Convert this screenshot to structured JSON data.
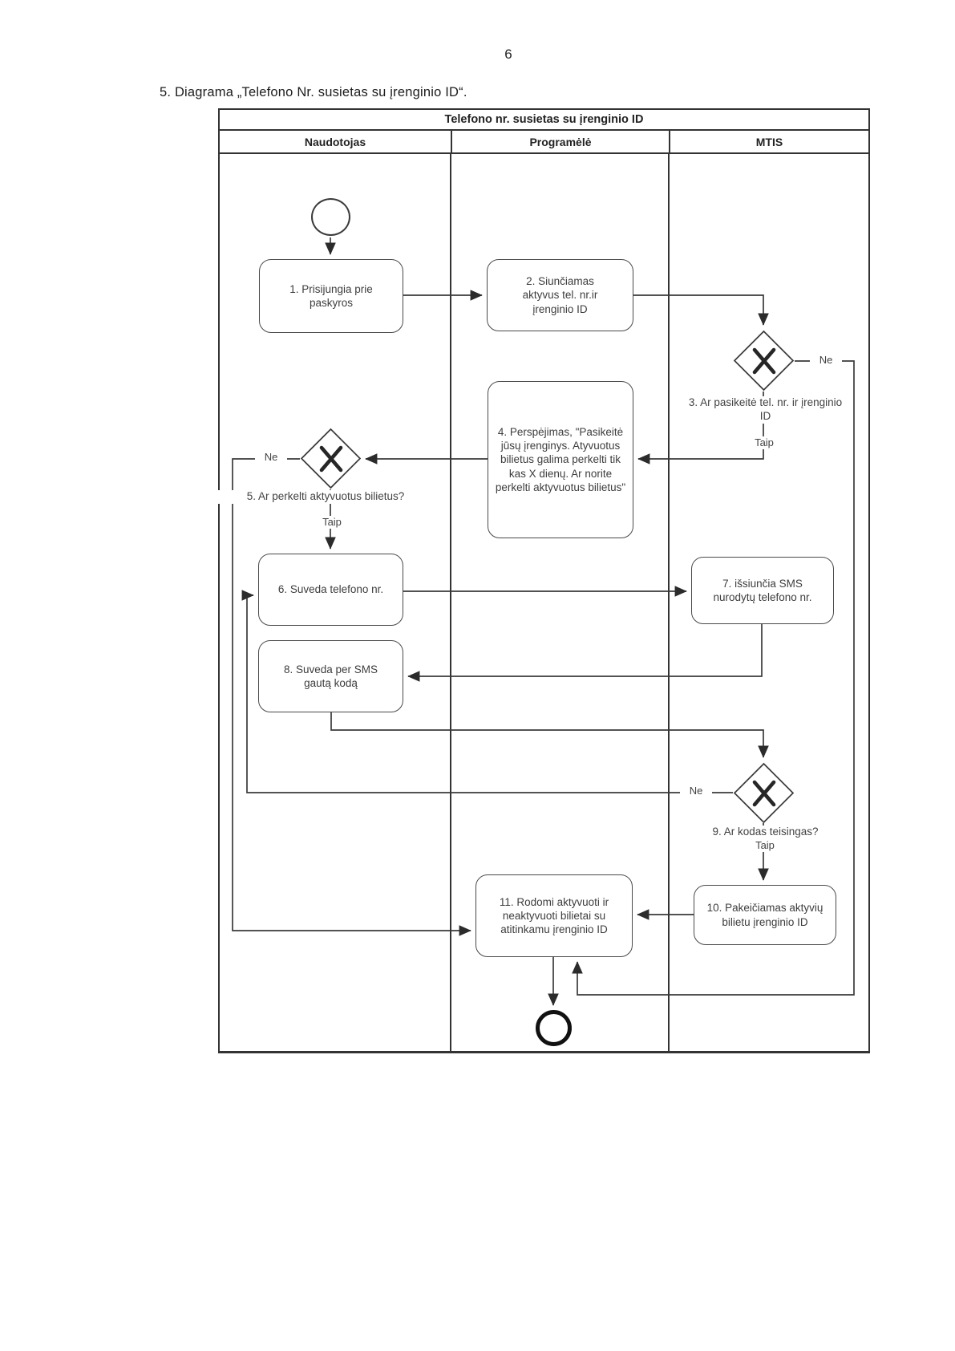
{
  "page": {
    "number": "6",
    "caption": "5. Diagrama „Telefono Nr. susietas su įrenginio ID“."
  },
  "diagram": {
    "title": "Telefono nr. susietas su įrenginio ID",
    "lanes": {
      "user": "Naudotojas",
      "app": "Programėlė",
      "mtis": "MTIS"
    },
    "tasks": {
      "t1": "1. Prisijungia prie paskyros",
      "t2": "2. Siunčiamas aktyvus tel. nr.ir įrenginio ID",
      "t4": "4. Perspėjimas, \"Pasikeitė jūsų įrenginys. Atyvuotus bilietus galima perkelti tik kas X dienų. Ar norite perkelti aktyvuotus bilietus\"",
      "t6": "6. Suveda telefono nr.",
      "t7": "7. išsiunčia SMS nurodytų telefono nr.",
      "t8": "8. Suveda per SMS gautą kodą",
      "t10": "10. Pakeičiamas aktyvių bilietu įrenginio ID",
      "t11": "11. Rodomi aktyvuoti ir neaktyvuoti bilietai su atitinkamu įrenginio ID"
    },
    "gateways": {
      "g3": "3. Ar pasikeitė tel. nr. ir įrenginio ID",
      "g5": "5. Ar perkelti aktyvuotus bilietus?",
      "g9": "9. Ar kodas teisingas?"
    },
    "branch_labels": {
      "yes": "Taip",
      "no": "Ne"
    },
    "colors": {
      "line": "#3a3a3a",
      "node_border": "#4a4a4a",
      "text": "#3d3d3d"
    }
  }
}
